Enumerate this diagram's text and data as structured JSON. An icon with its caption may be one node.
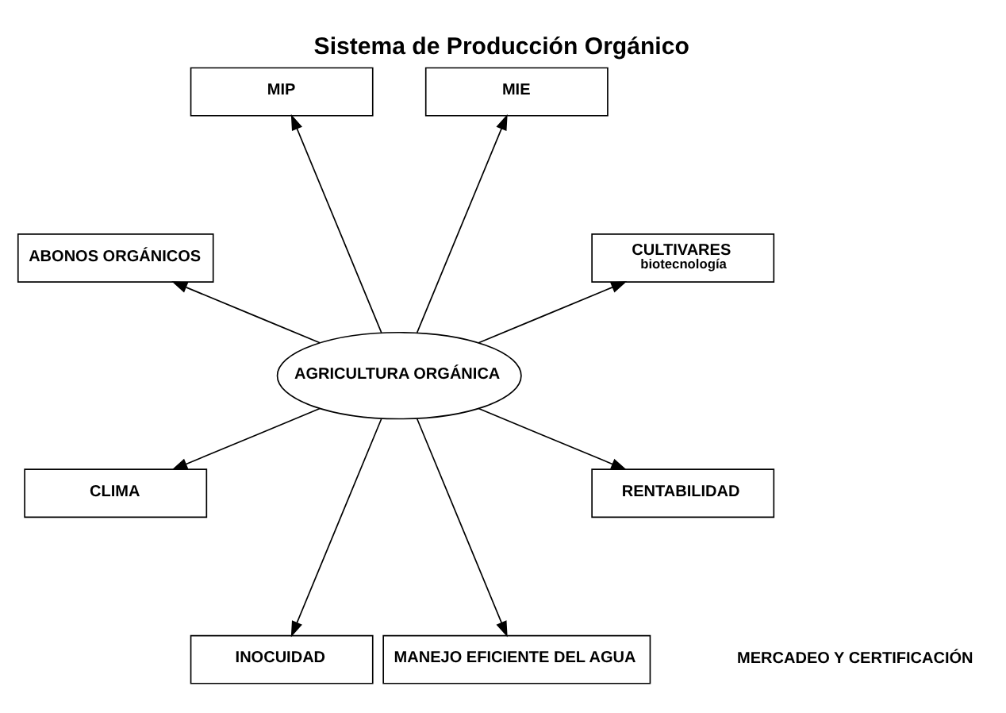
{
  "diagram": {
    "title": "Sistema de Producción Orgánico",
    "nodes": [
      {
        "text": [
          "CULTIVARES",
          "biotecnología"
        ]
      },
      {
        "text": [
          "MIE"
        ]
      },
      {
        "text": [
          "MIP"
        ]
      },
      {
        "text": [
          "AGRICULTURA ORGÁNICA"
        ]
      },
      {
        "text": [
          "ABONOS ORGÁNICOS"
        ]
      },
      {
        "text": [
          "CLIMA"
        ]
      },
      {
        "text": [
          "INOCUIDAD"
        ]
      },
      {
        "text": [
          "MANEJO EFICIENTE DEL AGUA"
        ]
      },
      {
        "text": [
          "RENTABILIDAD"
        ]
      }
    ],
    "edges": [
      {
        "from": 3,
        "to": 0,
        "arrow": "to"
      },
      {
        "from": 3,
        "to": 1,
        "arrow": "to"
      },
      {
        "from": 3,
        "to": 2,
        "arrow": "to"
      },
      {
        "from": 3,
        "to": 4,
        "arrow": "to"
      },
      {
        "from": 3,
        "to": 5,
        "arrow": "to"
      },
      {
        "from": 3,
        "to": 6,
        "arrow": "to"
      },
      {
        "from": 3,
        "to": 7,
        "arrow": "to"
      },
      {
        "from": 3,
        "to": 8,
        "arrow": "to"
      }
    ],
    "labels": [
      "MERCADEO Y CERTIFICACIÓN"
    ]
  }
}
